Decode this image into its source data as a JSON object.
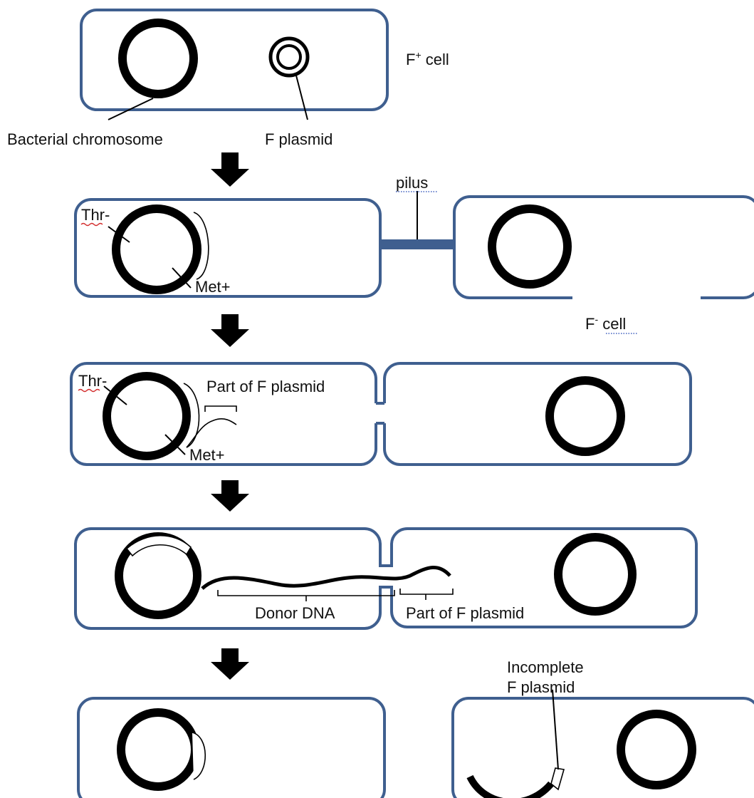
{
  "colors": {
    "cell_border": "#3f5f8f",
    "dna": "#000000",
    "background": "#ffffff"
  },
  "labels": {
    "f_plus_cell": {
      "main": "F",
      "sup": "+",
      "tail": " cell"
    },
    "bacterial_chromosome": "Bacterial chromosome",
    "f_plasmid": "F plasmid",
    "pilus": "pilus",
    "thr_minus_1": "Thr-",
    "met_plus_1": "Met+",
    "f_minus_cell": {
      "main": "F",
      "sup": "-",
      "tail": " cell"
    },
    "thr_minus_2": "Thr-",
    "met_plus_2": "Met+",
    "part_of_f_plasmid_1": "Part of F plasmid",
    "donor_dna": "Donor DNA",
    "part_of_f_plasmid_2": "Part of F plasmid",
    "incomplete_f_plasmid_line1": "Incomplete",
    "incomplete_f_plasmid_line2": "F plasmid"
  }
}
